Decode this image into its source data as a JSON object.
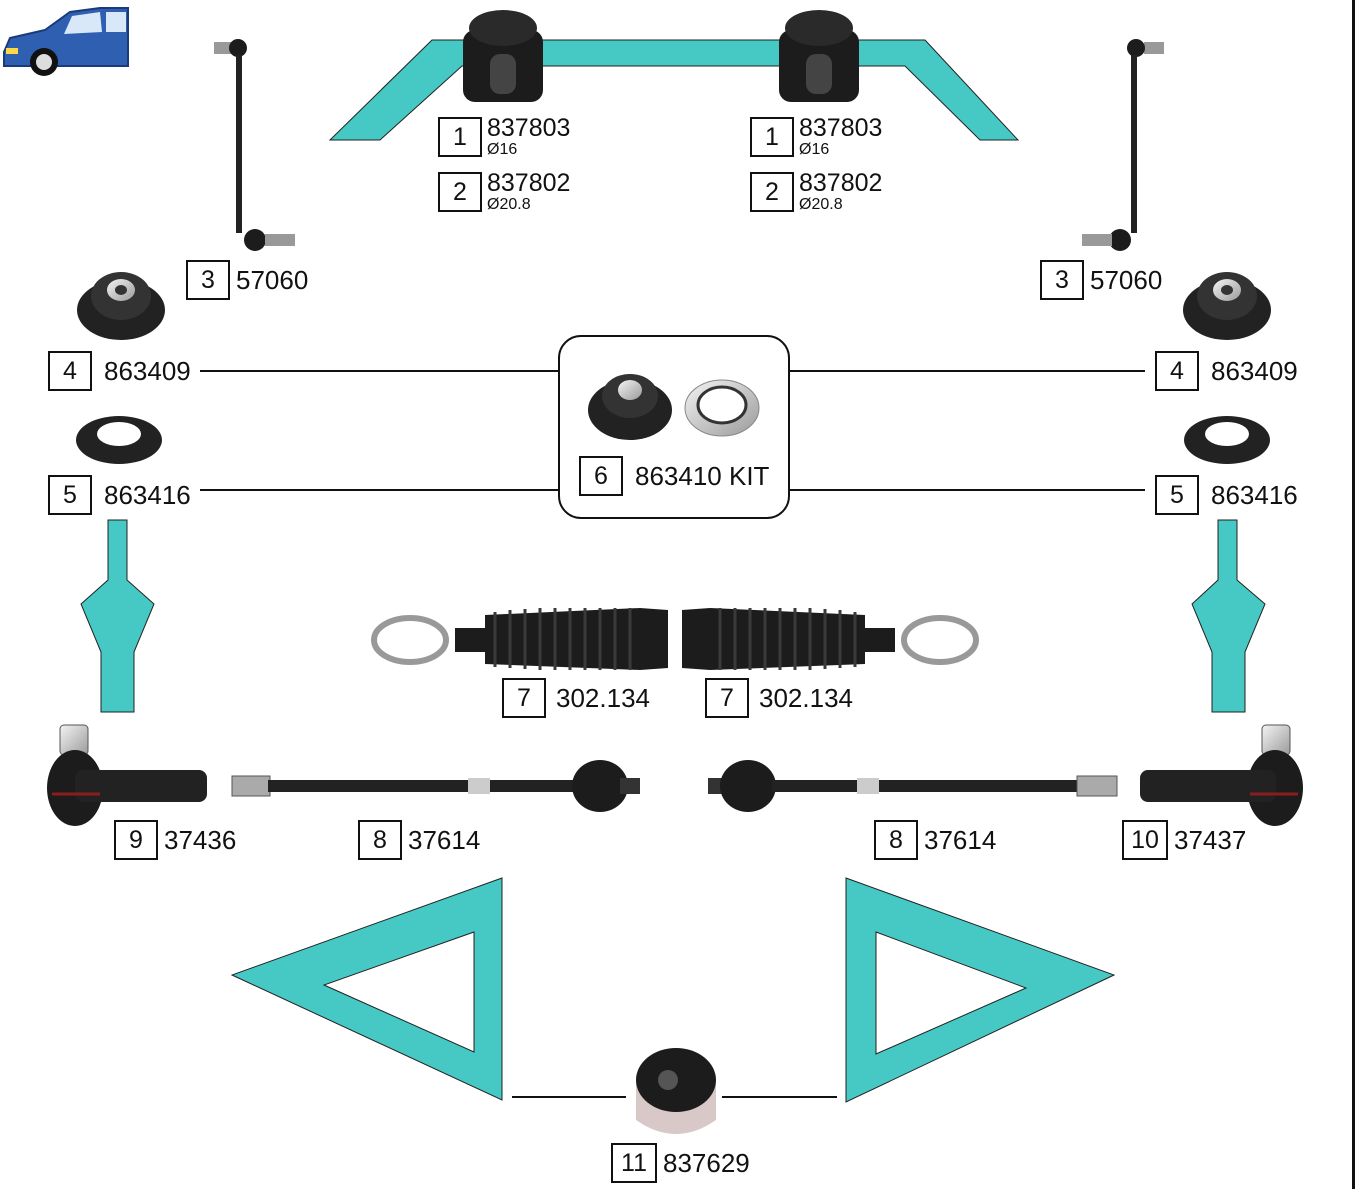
{
  "colors": {
    "accent": "#46c8c4",
    "line": "#111111",
    "part": "#1c1c1c",
    "metal": "#cfcfcf"
  },
  "icons": {
    "vehicle": "car-icon"
  },
  "parts": {
    "bushing_inner_left": {
      "num": "1",
      "code": "837803",
      "size": "Ø16"
    },
    "bushing_outer_left": {
      "num": "2",
      "code": "837802",
      "size": "Ø20.8"
    },
    "bushing_inner_right": {
      "num": "1",
      "code": "837803",
      "size": "Ø16"
    },
    "bushing_outer_right": {
      "num": "2",
      "code": "837802",
      "size": "Ø20.8"
    },
    "link_left": {
      "num": "3",
      "code": "57060"
    },
    "link_right": {
      "num": "3",
      "code": "57060"
    },
    "mount_left": {
      "num": "4",
      "code": "863409"
    },
    "mount_right": {
      "num": "4",
      "code": "863409"
    },
    "bearing_left": {
      "num": "5",
      "code": "863416"
    },
    "bearing_right": {
      "num": "5",
      "code": "863416"
    },
    "kit": {
      "num": "6",
      "code": "863410 KIT"
    },
    "boot_left": {
      "num": "7",
      "code": "302.134"
    },
    "boot_right": {
      "num": "7",
      "code": "302.134"
    },
    "rod_left": {
      "num": "8",
      "code": "37614"
    },
    "rod_right": {
      "num": "8",
      "code": "37614"
    },
    "tie_end_left": {
      "num": "9",
      "code": "37436"
    },
    "tie_end_right": {
      "num": "10",
      "code": "37437"
    },
    "arm_bushing": {
      "num": "11",
      "code": "837629"
    }
  }
}
